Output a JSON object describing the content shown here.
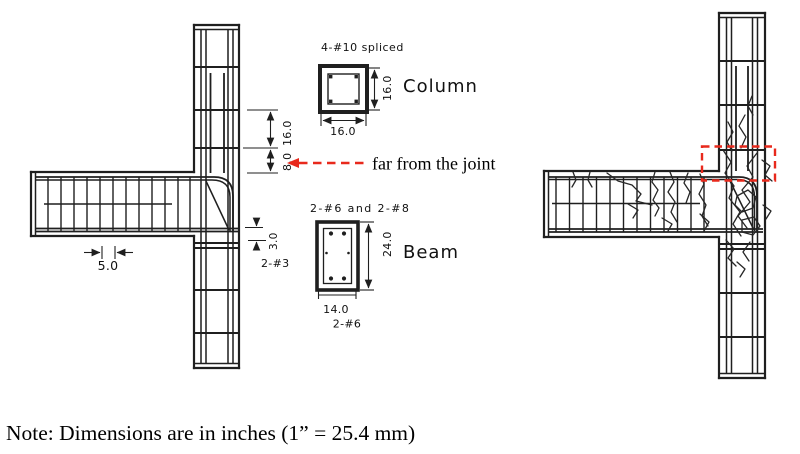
{
  "figure": {
    "note": "Note: Dimensions are in inches (1” = 25.4 mm)",
    "annotation_far_from_joint": "far from the joint"
  },
  "column_section": {
    "reinforcement_label": "4-#10 spliced",
    "title": "Column",
    "height_dim": "16.0",
    "width_dim": "16.0"
  },
  "beam_section": {
    "reinforcement_top_label": "2-#6 and 2-#8",
    "title": "Beam",
    "height_dim": "24.0",
    "width_dim": "14.0",
    "reinforcement_bottom_label": "2-#6",
    "side_bar_label": "2-#3",
    "side_bar_offset_dim": "3.0"
  },
  "left_specimen": {
    "column_tie_spacing_upper": "16.0",
    "column_tie_spacing_lower": "8.0",
    "beam_stirrup_spacing": "5.0"
  },
  "colors": {
    "accent_red": "#e8291c",
    "ink": "#1f1f1f"
  }
}
